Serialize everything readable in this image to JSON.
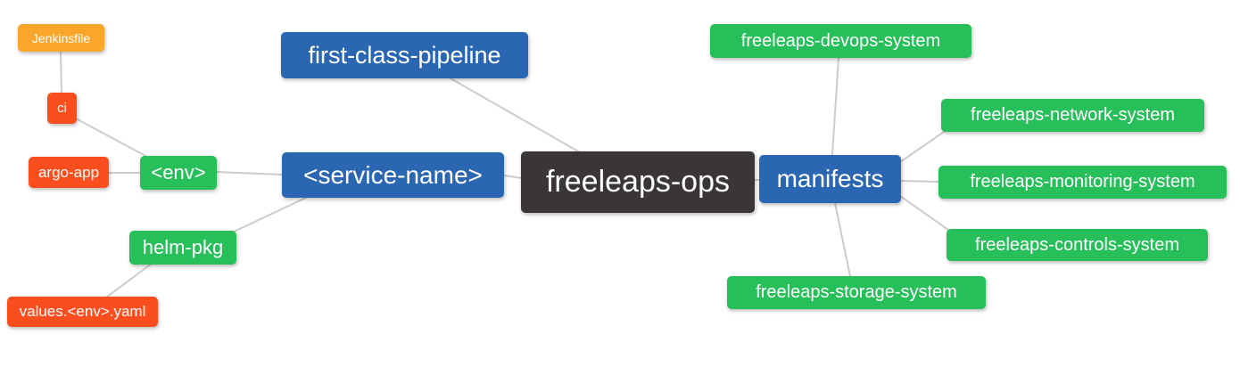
{
  "colors": {
    "root": "#3A3636",
    "branch": "#2A66B2",
    "green": "#26BF5A",
    "red": "#FA4E1E",
    "orange": "#F9A62B",
    "connector": "#CCCCCC",
    "text": "#FFFFFF",
    "background": "#FFFFFF"
  },
  "nodes": {
    "freeleaps_ops": {
      "label": "freeleaps-ops"
    },
    "first_class_pipeline": {
      "label": "first-class-pipeline"
    },
    "service_name": {
      "label": "<service-name>"
    },
    "manifests": {
      "label": "manifests"
    },
    "env": {
      "label": "<env>"
    },
    "helm_pkg": {
      "label": "helm-pkg"
    },
    "ci": {
      "label": "ci"
    },
    "argo_app": {
      "label": "argo-app"
    },
    "jenkinsfile": {
      "label": "Jenkinsfile"
    },
    "values_env_yaml": {
      "label": "values.<env>.yaml"
    },
    "devops_system": {
      "label": "freeleaps-devops-system"
    },
    "network_system": {
      "label": "freeleaps-network-system"
    },
    "monitoring_system": {
      "label": "freeleaps-monitoring-system"
    },
    "controls_system": {
      "label": "freeleaps-controls-system"
    },
    "storage_system": {
      "label": "freeleaps-storage-system"
    }
  },
  "edges": [
    [
      "jenkinsfile",
      "ci"
    ],
    [
      "ci",
      "env"
    ],
    [
      "argo_app",
      "env"
    ],
    [
      "env",
      "service_name"
    ],
    [
      "service_name",
      "helm_pkg"
    ],
    [
      "helm_pkg",
      "values_env_yaml"
    ],
    [
      "first_class_pipeline",
      "freeleaps_ops"
    ],
    [
      "service_name",
      "freeleaps_ops"
    ],
    [
      "freeleaps_ops",
      "manifests"
    ],
    [
      "manifests",
      "devops_system"
    ],
    [
      "manifests",
      "network_system"
    ],
    [
      "manifests",
      "monitoring_system"
    ],
    [
      "manifests",
      "controls_system"
    ],
    [
      "manifests",
      "storage_system"
    ]
  ]
}
